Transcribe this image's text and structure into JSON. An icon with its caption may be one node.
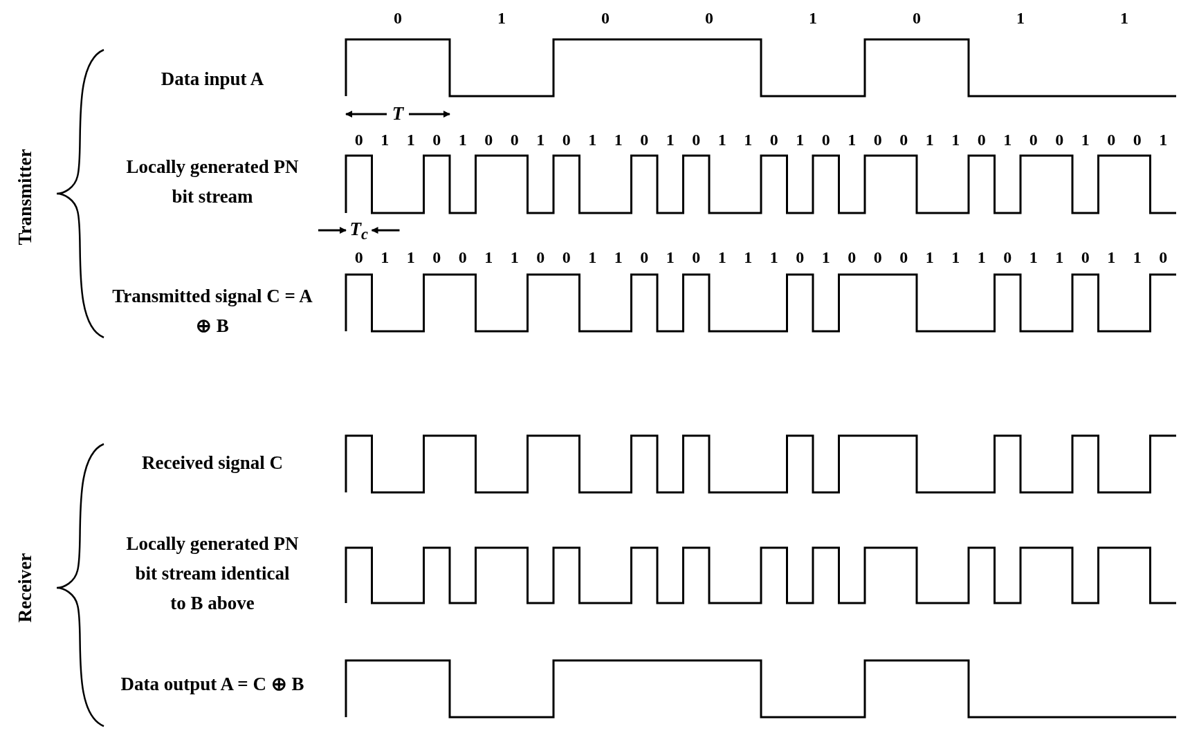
{
  "diagram": {
    "labels": [
      "0",
      "1",
      "0",
      "0",
      "1",
      "0",
      "1",
      "1",
      "Data input A",
      "T",
      "0",
      "1",
      "1",
      "0",
      "1",
      "0",
      "0",
      "1",
      "0",
      "1",
      "1",
      "0",
      "1",
      "0",
      "1",
      "1",
      "0",
      "1",
      "0",
      "1",
      "0",
      "0",
      "1",
      "1",
      "0",
      "1",
      "0",
      "0",
      "1",
      "0",
      "0",
      "1",
      "Locally generated PN bit stream",
      "Transmitter",
      "T$_{c}$",
      "0",
      "1",
      "1",
      "0",
      "0",
      "1",
      "1",
      "0",
      "0",
      "1",
      "1",
      "0",
      "1",
      "0",
      "1",
      "1",
      "1",
      "0",
      "1",
      "0",
      "0",
      "0",
      "1",
      "1",
      "1",
      "0",
      "1",
      "1",
      "0",
      "1",
      "1",
      "0",
      "Transmitted signal C = A ⊕ B",
      "Received signal C",
      "Receiver",
      "Locally generated PN bit stream identical to B above",
      "Data output A = C ⊕ B"
    ]
  }
}
